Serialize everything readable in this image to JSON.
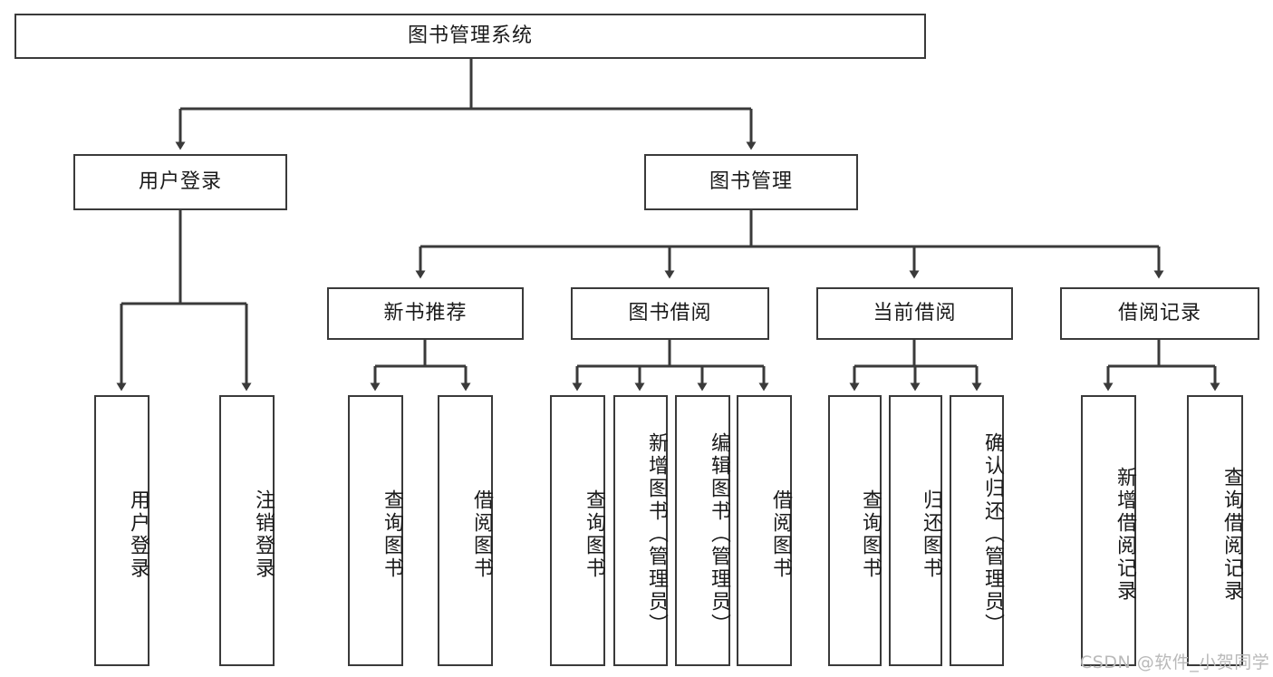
{
  "diagram": {
    "title": "图书管理系统",
    "type": "功能结构图",
    "root": {
      "id": "root",
      "label": "图书管理系统"
    },
    "level2": [
      {
        "id": "user-login",
        "label": "用户登录"
      },
      {
        "id": "book-manage",
        "label": "图书管理"
      }
    ],
    "level3": [
      {
        "id": "new-book-rec",
        "label": "新书推荐",
        "parent": "book-manage"
      },
      {
        "id": "book-borrow",
        "label": "图书借阅",
        "parent": "book-manage"
      },
      {
        "id": "current-borrow",
        "label": "当前借阅",
        "parent": "book-manage"
      },
      {
        "id": "borrow-record",
        "label": "借阅记录",
        "parent": "book-manage"
      }
    ],
    "leaves": [
      {
        "id": "leaf-user-login",
        "label": "用户登录",
        "parent": "user-login"
      },
      {
        "id": "leaf-logout-login",
        "label": "注销登录",
        "parent": "user-login"
      },
      {
        "id": "leaf-query-book-1",
        "label": "查询图书",
        "parent": "new-book-rec"
      },
      {
        "id": "leaf-borrow-book-1",
        "label": "借阅图书",
        "parent": "new-book-rec"
      },
      {
        "id": "leaf-query-book-2",
        "label": "查询图书",
        "parent": "book-borrow"
      },
      {
        "id": "leaf-add-book",
        "label": "新增图书（管理员）",
        "parent": "book-borrow"
      },
      {
        "id": "leaf-edit-book",
        "label": "编辑图书（管理员）",
        "parent": "book-borrow"
      },
      {
        "id": "leaf-borrow-book-2",
        "label": "借阅图书",
        "parent": "book-borrow"
      },
      {
        "id": "leaf-query-book-3",
        "label": "查询图书",
        "parent": "current-borrow"
      },
      {
        "id": "leaf-return-book",
        "label": "归还图书",
        "parent": "current-borrow"
      },
      {
        "id": "leaf-confirm-return",
        "label": "确认归还（管理员）",
        "parent": "current-borrow"
      },
      {
        "id": "leaf-add-record",
        "label": "新增借阅记录",
        "parent": "borrow-record"
      },
      {
        "id": "leaf-query-record",
        "label": "查询借阅记录",
        "parent": "borrow-record"
      }
    ],
    "watermark": "CSDN @软件_小贺同学",
    "colors": {
      "stroke": "#3a3a3a",
      "fill": "#ffffff",
      "text": "#1a1a1a",
      "watermark": "#b9b9b9"
    }
  }
}
